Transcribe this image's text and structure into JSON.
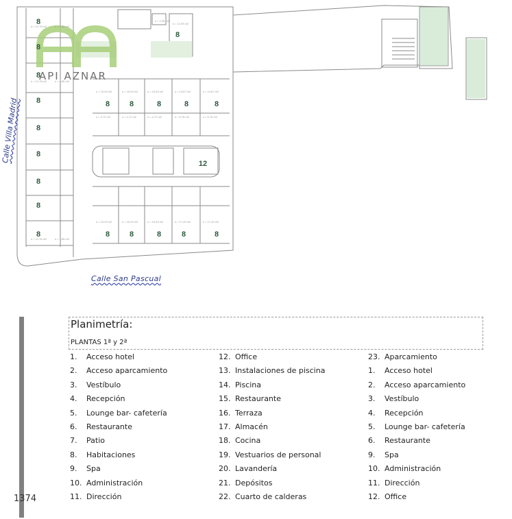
{
  "logo": {
    "text": "API AZNAR"
  },
  "plan": {
    "street_left": "Calle Villa Madrid",
    "street_bottom": "Calle San Pascual",
    "unit_label": "8",
    "stair_unit_label": "12",
    "area_labels": [
      "s = 12,78 m2",
      "s = 4,85 m2",
      "s = 15,43 m2",
      "s = 14,67 m2",
      "s = 4,72 m2",
      "s = 5,78 m2",
      "s = 17,40 m2",
      "s = 12,95 m2",
      "s = 4,36 m2"
    ]
  },
  "section": {
    "title": "Planimetría:",
    "subtitle": "PLANTAS 1ª y 2ª"
  },
  "columns": [
    [
      {
        "n": "1.",
        "label": "Acceso hotel"
      },
      {
        "n": "2.",
        "label": "Acceso aparcamiento"
      },
      {
        "n": "3.",
        "label": "Vestíbulo"
      },
      {
        "n": "4.",
        "label": "Recepción"
      },
      {
        "n": "5.",
        "label": "Lounge bar- cafetería"
      },
      {
        "n": "6.",
        "label": "Restaurante"
      },
      {
        "n": "7.",
        "label": "Patio"
      },
      {
        "n": "8.",
        "label": "Habitaciones"
      },
      {
        "n": "9.",
        "label": "Spa"
      },
      {
        "n": "10.",
        "label": "Administración"
      },
      {
        "n": "11.",
        "label": "Dirección"
      }
    ],
    [
      {
        "n": "12.",
        "label": "Office"
      },
      {
        "n": "13.",
        "label": "Instalaciones de piscina"
      },
      {
        "n": "14.",
        "label": "Piscina"
      },
      {
        "n": "15.",
        "label": "Restaurante"
      },
      {
        "n": "16.",
        "label": "Terraza"
      },
      {
        "n": "17.",
        "label": "Almacén"
      },
      {
        "n": "18.",
        "label": "Cocina"
      },
      {
        "n": "19.",
        "label": "Vestuarios de personal"
      },
      {
        "n": "20.",
        "label": "Lavandería"
      },
      {
        "n": "21.",
        "label": "Depósitos"
      },
      {
        "n": "22.",
        "label": "Cuarto de calderas"
      }
    ],
    [
      {
        "n": "23.",
        "label": "Aparcamiento"
      },
      {
        "n": "1.",
        "label": "Acceso hotel"
      },
      {
        "n": "2.",
        "label": "Acceso aparcamiento"
      },
      {
        "n": "3.",
        "label": "Vestíbulo"
      },
      {
        "n": "4.",
        "label": "Recepción"
      },
      {
        "n": "5.",
        "label": "Lounge bar- cafetería"
      },
      {
        "n": "6.",
        "label": "Restaurante"
      },
      {
        "n": "9.",
        "label": "Spa"
      },
      {
        "n": "10.",
        "label": "Administración"
      },
      {
        "n": "11.",
        "label": "Dirección"
      },
      {
        "n": "12.",
        "label": "Office"
      }
    ]
  ],
  "page_number": "1374"
}
